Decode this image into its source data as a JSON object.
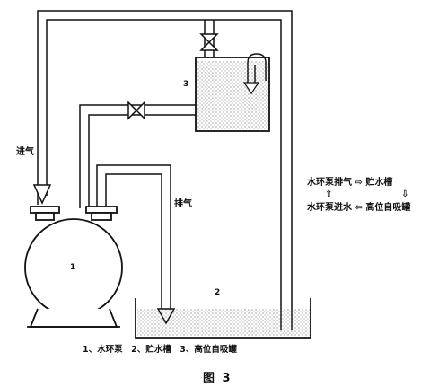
{
  "figure": {
    "caption": "图 3",
    "component_numbers": {
      "pump": "1",
      "tank": "2",
      "vessel": "3"
    },
    "labels": {
      "intake": "进气",
      "exhaust": "排气"
    },
    "legend_caption": "1、水环泵　2、贮水槽　3、高位自吸罐",
    "flow_text": {
      "line1_left": "水环泵排气",
      "line1_arrow": "⇨",
      "line1_right": "贮水槽",
      "up_arrow": "⇧",
      "down_arrow": "⇩",
      "line2_left": "水环泵进水",
      "line2_arrow": "⇦",
      "line2_right": "高位自吸罐"
    }
  }
}
